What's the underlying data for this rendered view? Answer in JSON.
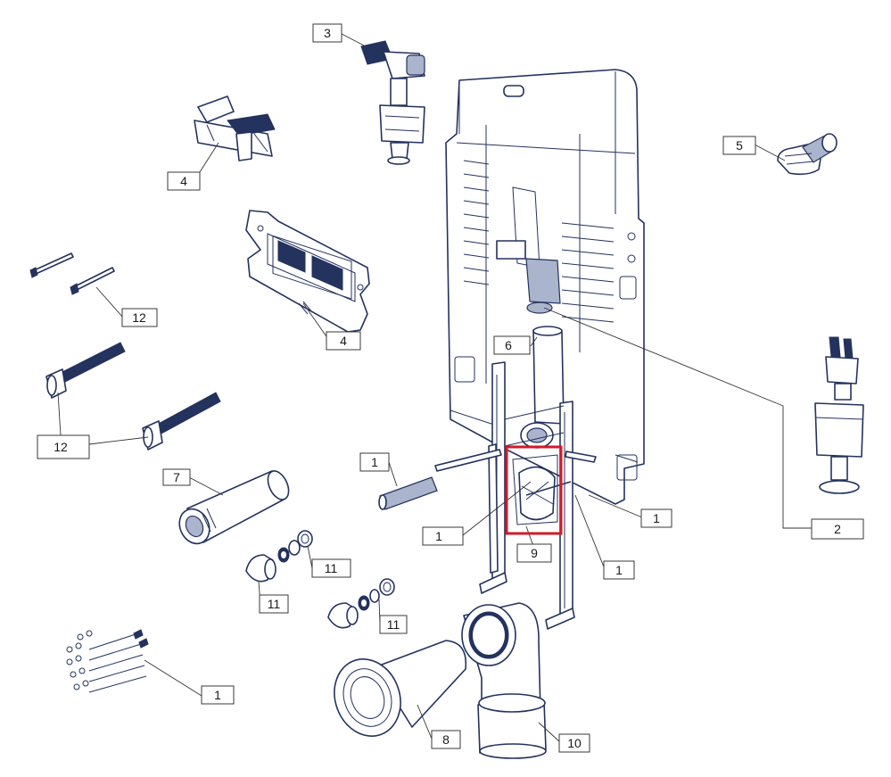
{
  "callouts": [
    {
      "id": "c3",
      "text": "3"
    },
    {
      "id": "c4a",
      "text": "4"
    },
    {
      "id": "c5",
      "text": "5"
    },
    {
      "id": "c12a",
      "text": "12"
    },
    {
      "id": "c4b",
      "text": "4"
    },
    {
      "id": "c6",
      "text": "6"
    },
    {
      "id": "c12b",
      "text": "12"
    },
    {
      "id": "c1a",
      "text": "1"
    },
    {
      "id": "c7",
      "text": "7"
    },
    {
      "id": "c1b",
      "text": "1"
    },
    {
      "id": "c1c",
      "text": "1"
    },
    {
      "id": "c2",
      "text": "2"
    },
    {
      "id": "c9",
      "text": "9"
    },
    {
      "id": "c1d",
      "text": "1"
    },
    {
      "id": "c11a",
      "text": "11"
    },
    {
      "id": "c11b",
      "text": "11"
    },
    {
      "id": "c11c",
      "text": "11"
    },
    {
      "id": "c1e",
      "text": "1"
    },
    {
      "id": "c8",
      "text": "8"
    },
    {
      "id": "c10",
      "text": "10"
    }
  ],
  "highlight": {
    "target": "9",
    "color": "#d11a2a"
  },
  "colors": {
    "line": "#24325e",
    "highlight": "#d11a2a"
  }
}
